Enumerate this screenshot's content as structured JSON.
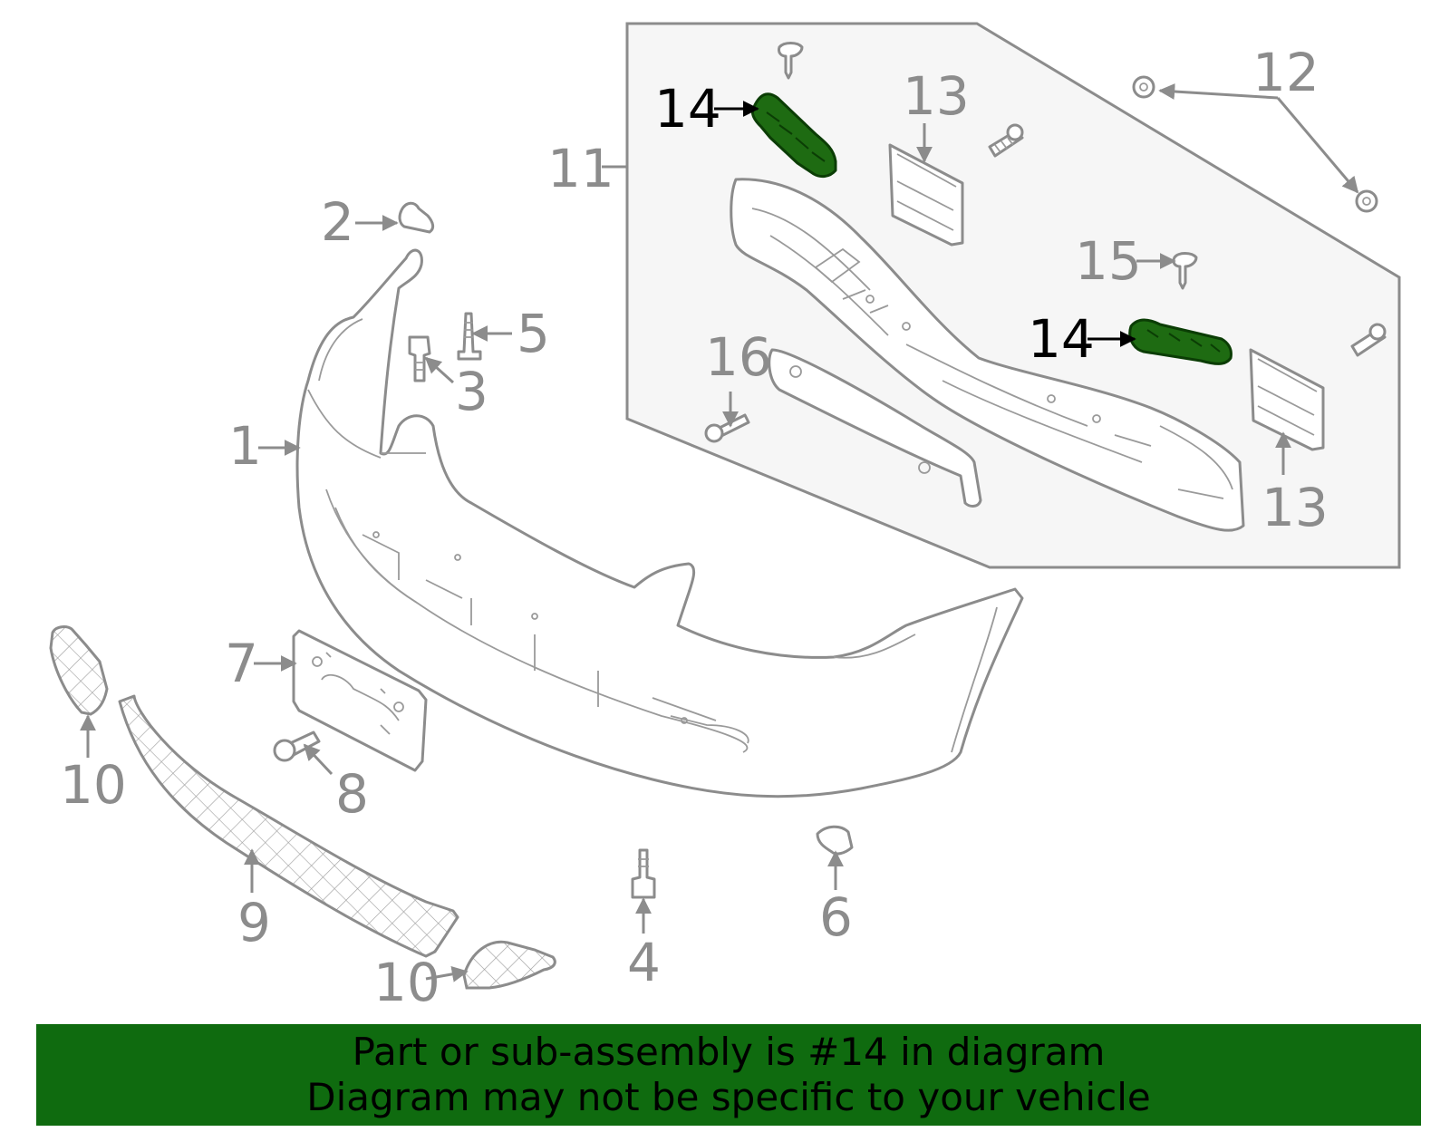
{
  "diagram": {
    "callouts": [
      {
        "id": "1",
        "text": "1",
        "highlighted": false
      },
      {
        "id": "2",
        "text": "2",
        "highlighted": false
      },
      {
        "id": "3",
        "text": "3",
        "highlighted": false
      },
      {
        "id": "4",
        "text": "4",
        "highlighted": false
      },
      {
        "id": "5",
        "text": "5",
        "highlighted": false
      },
      {
        "id": "6",
        "text": "6",
        "highlighted": false
      },
      {
        "id": "7",
        "text": "7",
        "highlighted": false
      },
      {
        "id": "8",
        "text": "8",
        "highlighted": false
      },
      {
        "id": "9",
        "text": "9",
        "highlighted": false
      },
      {
        "id": "10a",
        "text": "10",
        "highlighted": false
      },
      {
        "id": "10b",
        "text": "10",
        "highlighted": false
      },
      {
        "id": "11",
        "text": "11",
        "highlighted": false
      },
      {
        "id": "12",
        "text": "12",
        "highlighted": false
      },
      {
        "id": "13a",
        "text": "13",
        "highlighted": false
      },
      {
        "id": "13b",
        "text": "13",
        "highlighted": false
      },
      {
        "id": "14a",
        "text": "14",
        "highlighted": true
      },
      {
        "id": "14b",
        "text": "14",
        "highlighted": true
      },
      {
        "id": "15",
        "text": "15",
        "highlighted": false
      },
      {
        "id": "16",
        "text": "16",
        "highlighted": false
      }
    ],
    "highlight_color": "#1e6b12",
    "line_color": "#8c8c8c"
  },
  "banner": {
    "line1": "Part or sub-assembly is #14 in diagram",
    "line2": "Diagram may not be specific to your vehicle",
    "background": "#0f6b0f"
  }
}
